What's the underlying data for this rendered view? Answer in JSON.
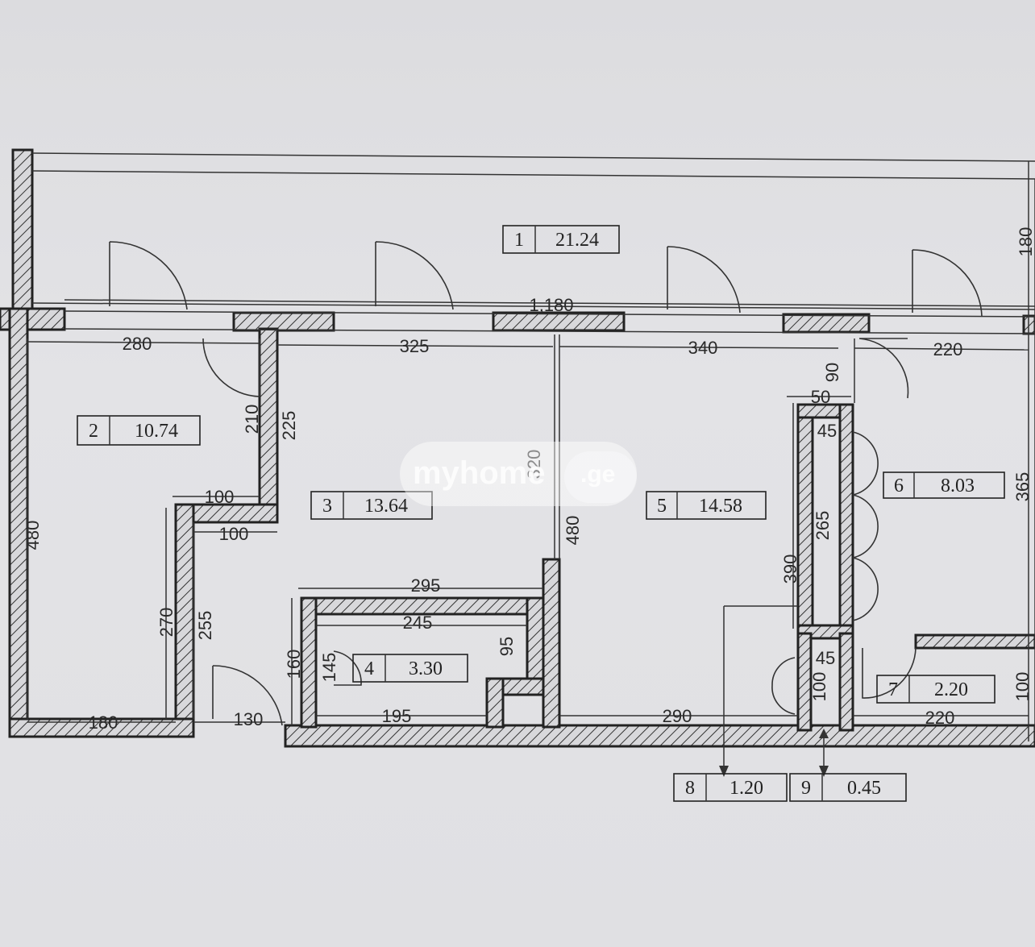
{
  "rooms": [
    {
      "num": "1",
      "area": "21.24"
    },
    {
      "num": "2",
      "area": "10.74"
    },
    {
      "num": "3",
      "area": "13.64"
    },
    {
      "num": "4",
      "area": "3.30"
    },
    {
      "num": "5",
      "area": "14.58"
    },
    {
      "num": "6",
      "area": "8.03"
    },
    {
      "num": "7",
      "area": "2.20"
    },
    {
      "num": "8",
      "area": "1.20"
    },
    {
      "num": "9",
      "area": "0.45"
    }
  ],
  "dims": {
    "total": "1,180",
    "d280": "280",
    "d325": "325",
    "d340": "340",
    "d220top": "220",
    "d180side": "180",
    "d480left": "480",
    "d210": "210",
    "d225": "225",
    "d100a": "100",
    "d100b": "100",
    "d270": "270",
    "d255": "255",
    "d180bottom": "180",
    "d130": "130",
    "d295": "295",
    "d245": "245",
    "d320": "320",
    "d480mid": "480",
    "d160": "160",
    "d145": "145",
    "d95": "95",
    "d195": "195",
    "d290": "290",
    "d90": "90",
    "d50": "50",
    "d45a": "45",
    "d265": "265",
    "d390": "390",
    "d365": "365",
    "d45b": "45",
    "d100c": "100",
    "d100d": "100",
    "d220bottom": "220"
  },
  "watermark": {
    "brand": "myhome",
    "tld": ".ge"
  }
}
